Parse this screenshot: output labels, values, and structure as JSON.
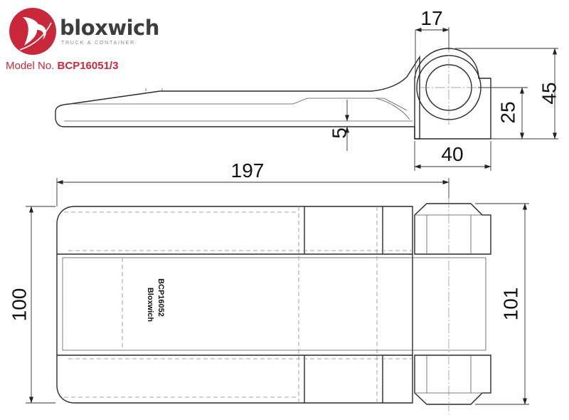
{
  "brand": {
    "name": "bloxwich",
    "tagline": "TRUCK & CONTAINER",
    "logo_color": "#c8283a"
  },
  "model": {
    "label": "Model No.",
    "number": "BCP16051/3"
  },
  "dimensions": {
    "eye_width": "17",
    "eye_height": "45",
    "pin_center_height": "25",
    "leaf_thickness": "5",
    "base_width": "40",
    "overall_length": "197",
    "leaf_width": "100",
    "hinge_width": "101"
  },
  "part_stamp": {
    "line1": "BCP16052",
    "line2": "Bloxwich"
  }
}
